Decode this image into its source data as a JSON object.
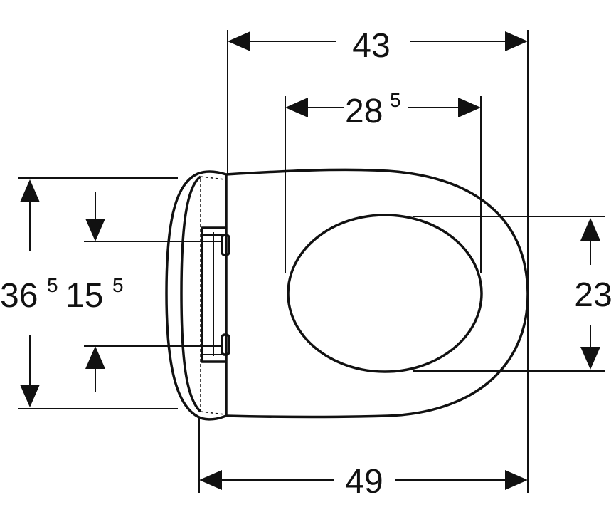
{
  "dimensions": {
    "width_overall": {
      "value": "43"
    },
    "width_seat_opening": {
      "value": "28",
      "superscript": "5"
    },
    "depth_total": {
      "value": "49"
    },
    "height_total": {
      "value": "36",
      "superscript": "5"
    },
    "hinge_spacing": {
      "value": "15",
      "superscript": "5"
    },
    "opening_depth": {
      "value": "23"
    }
  },
  "colors": {
    "line": "#111111",
    "background": "#ffffff"
  }
}
